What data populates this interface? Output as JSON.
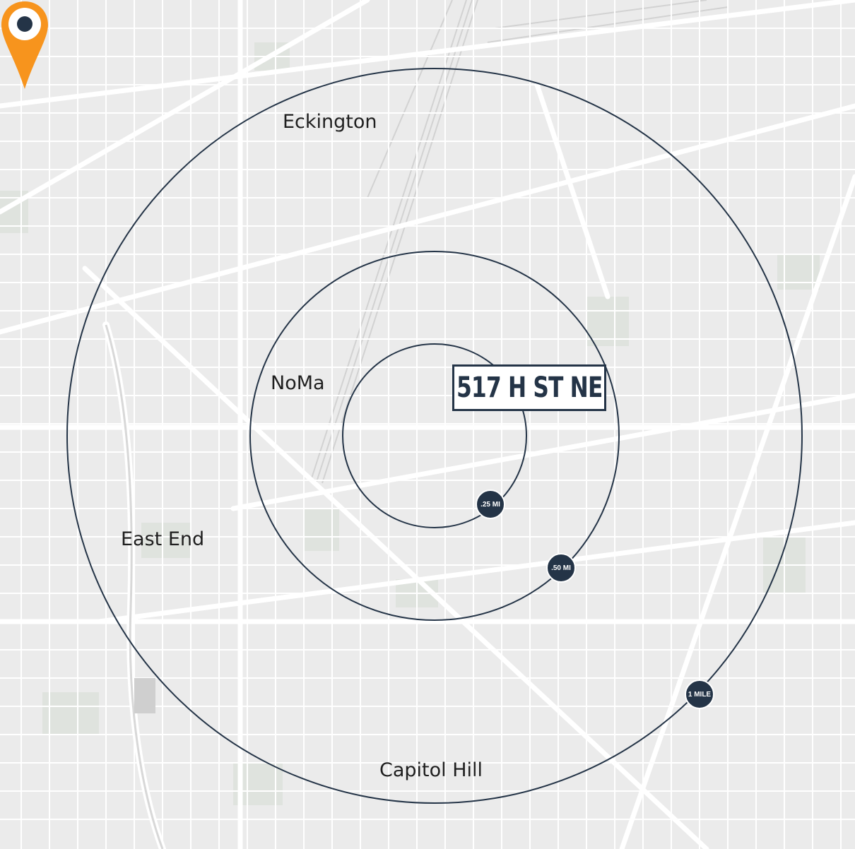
{
  "map": {
    "colors": {
      "ring": "#243447",
      "pin": "#f7941d",
      "background": "#ebebeb",
      "street": "#ffffff"
    },
    "neighborhoods": [
      {
        "id": "eckington",
        "label": "Eckington"
      },
      {
        "id": "noma",
        "label": "NoMa"
      },
      {
        "id": "east-end",
        "label": "East End"
      },
      {
        "id": "capitol-hill",
        "label": "Capitol Hill"
      }
    ],
    "rings": [
      {
        "label": ".25 MI"
      },
      {
        "label": ".50 MI"
      },
      {
        "label": "1 MILE"
      }
    ],
    "location": {
      "label": "517 H ST NE",
      "icon": "map-pin-icon"
    }
  }
}
